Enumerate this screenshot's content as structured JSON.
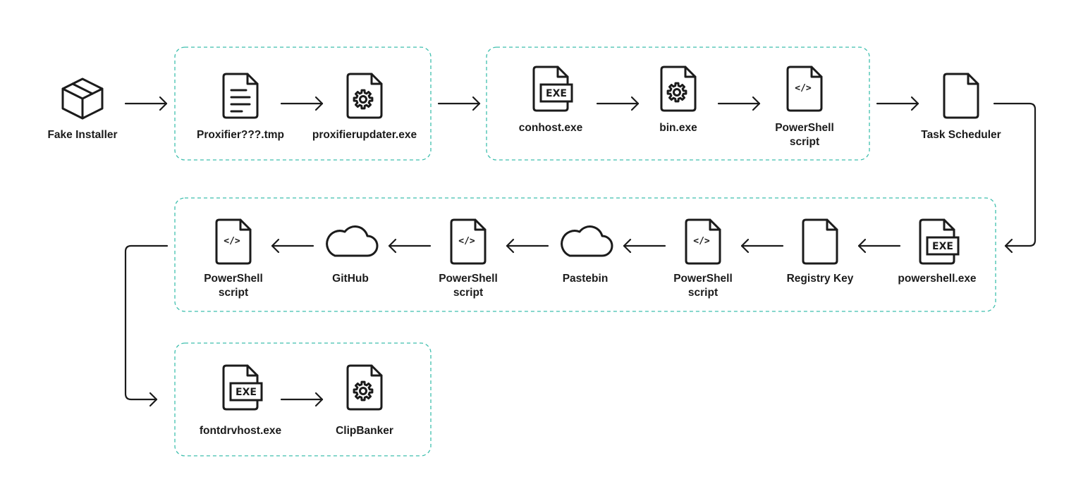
{
  "colors": {
    "group_border": "#3fbfae",
    "ink": "#1b1b1b",
    "background": "#ffffff"
  },
  "icon_badges": {
    "exe": "EXE",
    "code": "</>"
  },
  "nodes": [
    {
      "id": "fake-installer",
      "icon": "package-icon",
      "label_lines": [
        "Fake Installer"
      ]
    },
    {
      "id": "proxifier-tmp",
      "icon": "text-document-icon",
      "label_lines": [
        "Proxifier???.tmp"
      ]
    },
    {
      "id": "proxifierupdater",
      "icon": "gear-file-icon",
      "label_lines": [
        "proxifierupdater.exe"
      ]
    },
    {
      "id": "conhost",
      "icon": "exe-file-icon",
      "label_lines": [
        "conhost.exe"
      ]
    },
    {
      "id": "bin",
      "icon": "gear-file-icon",
      "label_lines": [
        "bin.exe"
      ]
    },
    {
      "id": "ps-script-1",
      "icon": "code-file-icon",
      "label_lines": [
        "PowerShell",
        "script"
      ]
    },
    {
      "id": "task-scheduler",
      "icon": "blank-file-icon",
      "label_lines": [
        "Task Scheduler"
      ]
    },
    {
      "id": "powershell-exe",
      "icon": "exe-file-icon",
      "label_lines": [
        "powershell.exe"
      ]
    },
    {
      "id": "registry-key",
      "icon": "blank-file-icon",
      "label_lines": [
        "Registry Key"
      ]
    },
    {
      "id": "ps-script-2",
      "icon": "code-file-icon",
      "label_lines": [
        "PowerShell",
        "script"
      ]
    },
    {
      "id": "pastebin",
      "icon": "cloud-icon",
      "label_lines": [
        "Pastebin"
      ]
    },
    {
      "id": "ps-script-3",
      "icon": "code-file-icon",
      "label_lines": [
        "PowerShell",
        "script"
      ]
    },
    {
      "id": "github",
      "icon": "cloud-icon",
      "label_lines": [
        "GitHub"
      ]
    },
    {
      "id": "ps-script-4",
      "icon": "code-file-icon",
      "label_lines": [
        "PowerShell",
        "script"
      ]
    },
    {
      "id": "fontdrvhost",
      "icon": "exe-file-icon",
      "label_lines": [
        "fontdrvhost.exe"
      ]
    },
    {
      "id": "clipbanker",
      "icon": "gear-file-icon",
      "label_lines": [
        "ClipBanker"
      ]
    }
  ],
  "groups": [
    {
      "id": "stage-1",
      "members": [
        "proxifier-tmp",
        "proxifierupdater"
      ]
    },
    {
      "id": "stage-2",
      "members": [
        "conhost",
        "bin",
        "ps-script-1"
      ]
    },
    {
      "id": "stage-3",
      "members": [
        "powershell-exe",
        "registry-key",
        "ps-script-2",
        "pastebin",
        "ps-script-3",
        "github",
        "ps-script-4"
      ]
    },
    {
      "id": "stage-4",
      "members": [
        "fontdrvhost",
        "clipbanker"
      ]
    }
  ],
  "edges": [
    {
      "from": "fake-installer",
      "to": "stage-1"
    },
    {
      "from": "proxifier-tmp",
      "to": "proxifierupdater"
    },
    {
      "from": "stage-1",
      "to": "stage-2"
    },
    {
      "from": "conhost",
      "to": "bin"
    },
    {
      "from": "bin",
      "to": "ps-script-1"
    },
    {
      "from": "stage-2",
      "to": "task-scheduler"
    },
    {
      "from": "task-scheduler",
      "to": "stage-3"
    },
    {
      "from": "powershell-exe",
      "to": "registry-key"
    },
    {
      "from": "registry-key",
      "to": "ps-script-2"
    },
    {
      "from": "ps-script-2",
      "to": "pastebin"
    },
    {
      "from": "pastebin",
      "to": "ps-script-3"
    },
    {
      "from": "ps-script-3",
      "to": "github"
    },
    {
      "from": "github",
      "to": "ps-script-4"
    },
    {
      "from": "stage-3",
      "to": "stage-4"
    },
    {
      "from": "fontdrvhost",
      "to": "clipbanker"
    }
  ]
}
